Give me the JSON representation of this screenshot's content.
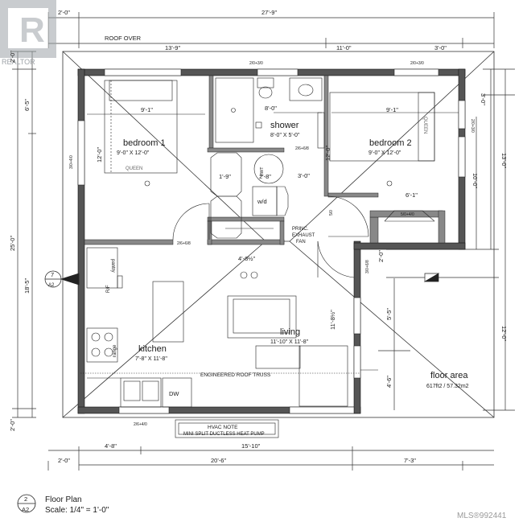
{
  "watermark": {
    "brand": "REALTOR",
    "mls": "MLS®992441"
  },
  "dimensions": {
    "top_overall": "27'-9\"",
    "top_left": "2'-0\"",
    "roof_over": "ROOF OVER",
    "top_a": "13'-9\"",
    "top_b": "11'-0\"",
    "top_c": "3'-0\"",
    "left_overall": "25'-0\"",
    "left_top": "2'-0\"",
    "left_a": "6'-5\"",
    "left_b": "18'-5\"",
    "left_bottom": "2'-0\"",
    "right_a": "3'-0\"",
    "right_b": "13'-0\"",
    "right_c": "10'-0\"",
    "right_d": "12'-0\"",
    "right_e": "2'-0\"",
    "right_f": "5'-5\"",
    "right_g": "4'-6\"",
    "right_h": "11'-8½\"",
    "bottom_a": "4'-8\"",
    "bottom_b": "15'-10\"",
    "bottom_c": "2'-0\"",
    "bottom_d": "20'-6\"",
    "bottom_e": "7'-3\""
  },
  "rooms": {
    "bedroom1": {
      "name": "bedroom 1",
      "size": "9'-0\" X 12'-0\"",
      "width": "9'-1\"",
      "height": "12'-0\"",
      "bed": "QUEEN"
    },
    "bedroom2": {
      "name": "bedroom 2",
      "size": "9'-0\" X 12'-0\"",
      "width": "9'-1\"",
      "height": "12'-0\"",
      "depth": "10'-0\"",
      "closet": "6'-1\"",
      "bed": "QUEEN"
    },
    "shower": {
      "name": "shower",
      "size": "8'-0\" X 5'-0\"",
      "width": "8'-0\""
    },
    "kitchen": {
      "name": "kitchen",
      "size": "7'-8\" X 11'-8\""
    },
    "living": {
      "name": "living",
      "size": "11'-10\" X 11'-8\""
    },
    "hall": {
      "a": "3'-0\"",
      "b": "4'-8½\"",
      "c": "1'-9\"",
      "d": "2'-8\""
    }
  },
  "labels": {
    "pantry": "pantry",
    "fridge": "R/F",
    "range": "range",
    "dw": "DW",
    "wd": "w/d",
    "hwt": "HWT",
    "exhaust": [
      "PRINC.",
      "EXHAUST",
      "FAN"
    ],
    "truss": "ENGINEERED ROOF TRUSS",
    "hvac_title": "HVAC NOTE",
    "hvac_body": "MINI SPLIT DUCTLESS HEAT PUMP",
    "door_a": "2/0+3/0",
    "door_b": "2/0+3/0",
    "door_c": "2/6+6/8",
    "door_d": "2/6+6/8",
    "door_e": "2/6+4/0",
    "door_f": "3/0+6/8",
    "win_a": "5/0+4/0",
    "win_b": "3/0+4/0",
    "win_c": "2/0+3/0",
    "window_small": "5/0",
    "section_num": "7",
    "section_sheet": "A2"
  },
  "floor_area": {
    "label": "floor area",
    "value": "617ft2 / 57.32m2"
  },
  "title_block": {
    "num": "2",
    "sheet": "A2",
    "title": "Floor Plan",
    "scale": "Scale: 1/4\" = 1'-0\""
  }
}
